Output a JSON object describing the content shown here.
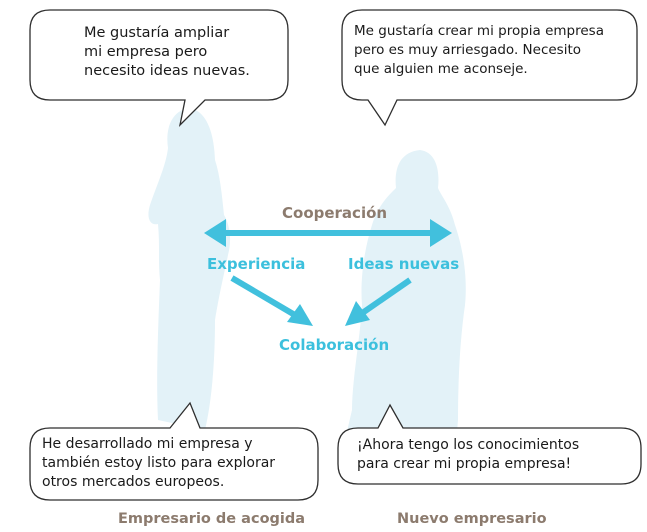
{
  "bubbles": {
    "top_left": [
      "Me gustaría ampliar",
      "mi empresa pero",
      "necesito ideas nuevas."
    ],
    "top_right": [
      "Me gustaría crear mi propia empresa",
      "pero es muy arriesgado. Necesito",
      "que alguien me aconseje."
    ],
    "bottom_left": [
      "He desarrollado mi empresa y",
      "también estoy listo para explorar",
      "otros mercados europeos."
    ],
    "bottom_right": [
      "¡Ahora tengo los conocimientos",
      "para crear mi propia empresa!"
    ]
  },
  "diagram": {
    "cooperation": "Cooperación",
    "experience": "Experiencia",
    "new_ideas": "Ideas nuevas",
    "collaboration": "Colaboración"
  },
  "captions": {
    "host": "Empresario de acogida",
    "new": "Nuevo empresario"
  },
  "colors": {
    "arrow": "#41c0dd",
    "teal_text": "#3cc0dd",
    "brown_text": "#8c7b6e",
    "silhouette": "#e3f2f8",
    "bubble_border": "#2e2e2e"
  }
}
